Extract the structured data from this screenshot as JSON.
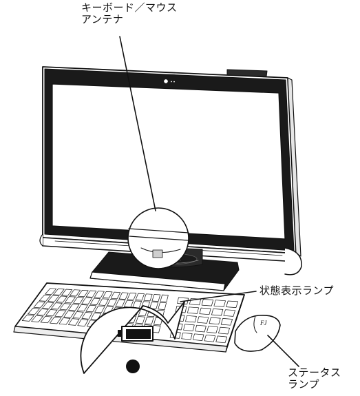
{
  "labels": {
    "antenna_line1": "キーボード／マウス",
    "antenna_line2": "アンテナ",
    "status_display_lamp": "状態表示ランプ",
    "status_lamp_line1": "ステータス",
    "status_lamp_line2": "ランプ"
  },
  "mouse_logo": "FJ",
  "colors": {
    "ink": "#111111",
    "background": "#ffffff"
  }
}
